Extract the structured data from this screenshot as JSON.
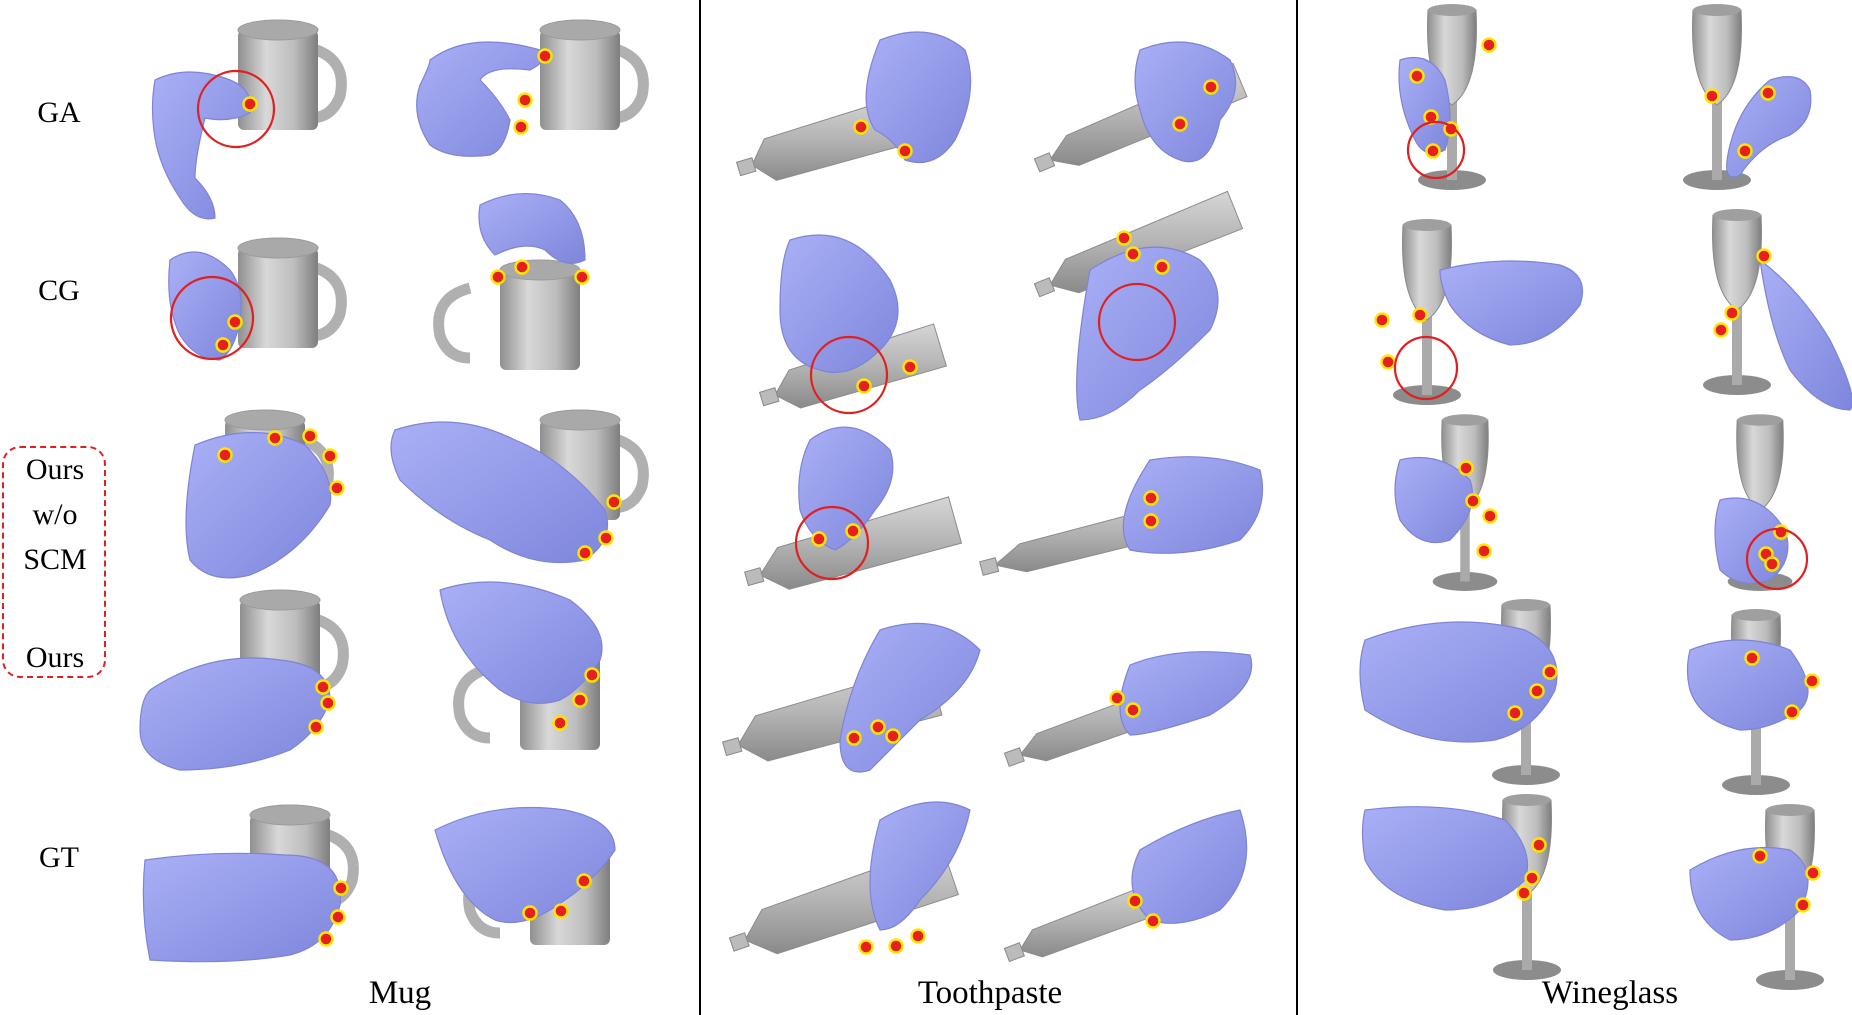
{
  "row_labels": {
    "ga": "GA",
    "cg": "CG",
    "ours_wo_line1": "Ours",
    "ours_wo_line2": "w/o",
    "ours_wo_line3": "SCM",
    "ours": "Ours",
    "gt": "GT"
  },
  "columns": [
    "Mug",
    "Toothpaste",
    "Wineglass"
  ],
  "colors": {
    "hand": "#9da3f0",
    "hand_stroke": "#7d84d6",
    "object": "#c8c8c8",
    "object_dark": "#9a9a9a",
    "contact_fill": "#e6201e",
    "contact_ring": "#ffe600",
    "highlight_circle": "#e02020",
    "divider": "#000000"
  }
}
